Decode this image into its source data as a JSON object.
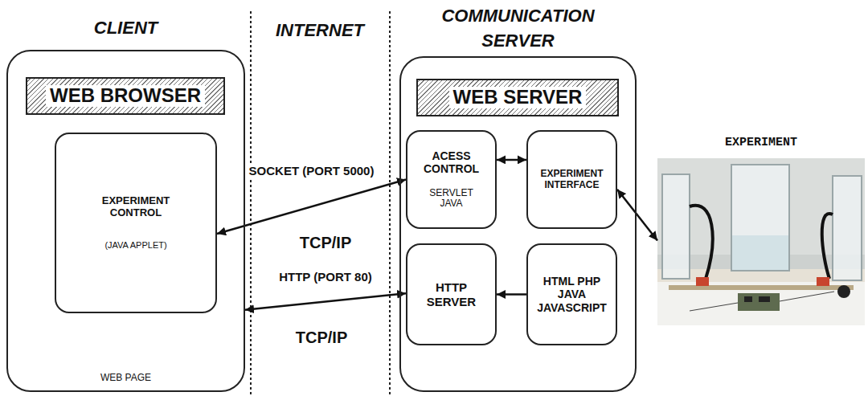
{
  "diagram": {
    "nodes": [
      {
        "text": [
          "CLIENT",
          "WEB PAGE"
        ]
      },
      {
        "text": [
          "WEB BROWSER"
        ],
        "in": 0
      },
      {
        "text": [
          "EXPERIMENT CONTROL",
          "(JAVA APPLET)"
        ],
        "in": 0
      },
      {
        "text": [
          "COMMUNICATION SERVER"
        ]
      },
      {
        "text": [
          "WEB SERVER"
        ],
        "in": 3
      },
      {
        "text": [
          "ACESS CONTROL",
          "SERVLET JAVA"
        ],
        "in": 3
      },
      {
        "text": [
          "EXPERIMENT INTERFACE"
        ],
        "in": 3
      },
      {
        "text": [
          "HTTP SERVER"
        ],
        "in": 3
      },
      {
        "text": [
          "HTML PHP JAVA JAVASCRIPT"
        ],
        "in": 3
      },
      {
        "text": [
          "EXPERIMENT"
        ]
      }
    ],
    "edges": [
      {
        "from": 2,
        "to": 5,
        "label": "SOCKET (PORT 5000)",
        "arrow": "both"
      },
      {
        "from": 0,
        "to": 7,
        "label": "HTTP (PORT 80)",
        "arrow": "both"
      },
      {
        "from": 5,
        "to": 6,
        "arrow": "both"
      },
      {
        "from": 8,
        "to": 7,
        "arrow": "to"
      },
      {
        "from": 6,
        "to": 9,
        "arrow": "both"
      }
    ],
    "labels": [
      "INTERNET",
      "TCP/IP",
      "TCP/IP"
    ]
  }
}
